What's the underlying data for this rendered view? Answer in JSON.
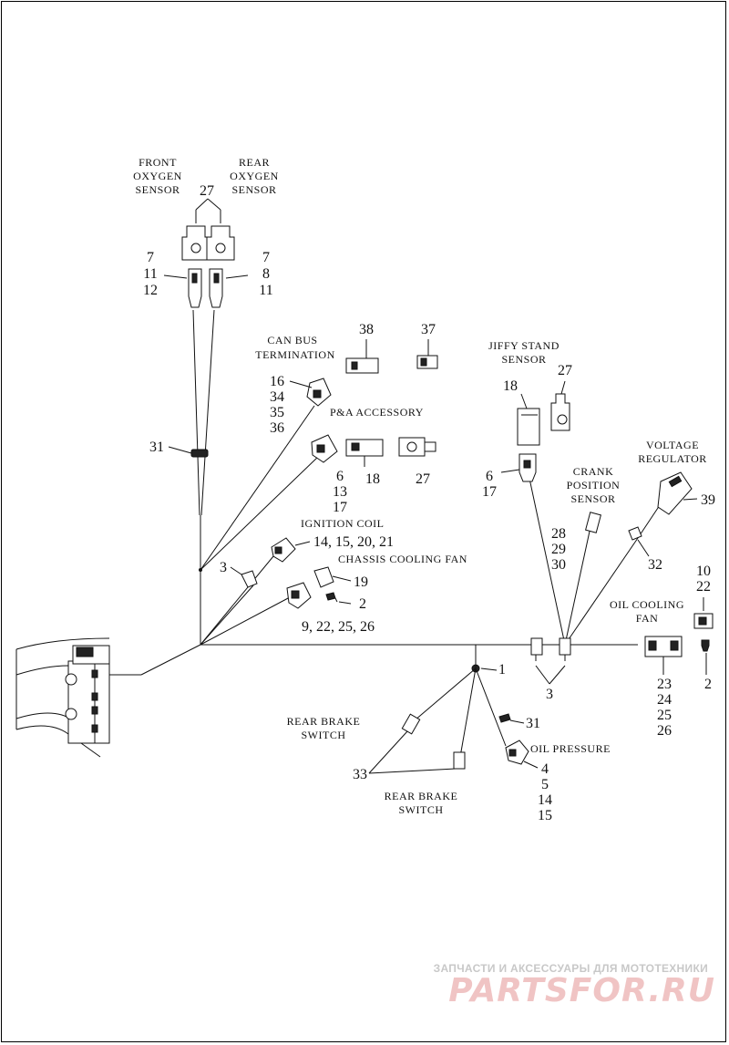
{
  "labels": {
    "front_oxygen": [
      "FRONT",
      "OXYGEN",
      "SENSOR"
    ],
    "rear_oxygen": [
      "REAR",
      "OXYGEN",
      "SENSOR"
    ],
    "can_bus": [
      "CAN BUS",
      "TERMINATION"
    ],
    "jiffy_stand": [
      "JIFFY STAND",
      "SENSOR"
    ],
    "pa_accessory": "P&A ACCESSORY",
    "voltage_regulator": [
      "VOLTAGE",
      "REGULATOR"
    ],
    "crank_position": [
      "CRANK",
      "POSITION",
      "SENSOR"
    ],
    "ignition_coil": "IGNITION COIL",
    "chassis_cooling_fan": "CHASSIS COOLING FAN",
    "oil_cooling_fan": [
      "OIL COOLING",
      "FAN"
    ],
    "rear_brake_switch_1": [
      "REAR BRAKE",
      "SWITCH"
    ],
    "rear_brake_switch_2": [
      "REAR BRAKE",
      "SWITCH"
    ],
    "oil_pressure": "OIL PRESSURE"
  },
  "callouts": {
    "n27_oxy": "27",
    "n7_left": "7",
    "n11_left": "11",
    "n12_left": "12",
    "n7_right": "7",
    "n8_right": "8",
    "n11_right": "11",
    "n38": "38",
    "n37": "37",
    "n16": "16",
    "n34": "34",
    "n35": "35",
    "n36": "36",
    "n31_top": "31",
    "n6_pa": "6",
    "n13_pa": "13",
    "n17_pa": "17",
    "n18_pa": "18",
    "n27_pa": "27",
    "n14_ign": "14, 15, 20, 21",
    "n3_left": "3",
    "n19": "19",
    "n2_chassis": "2",
    "n9_chassis": "9, 22, 25, 26",
    "n18_jiffy": "18",
    "n27_jiffy": "27",
    "n6_jiffy": "6",
    "n17_jiffy": "17",
    "n28": "28",
    "n29": "29",
    "n30": "30",
    "n39": "39",
    "n32": "32",
    "n10": "10",
    "n22": "22",
    "n3_bottom": "3",
    "n23": "23",
    "n24": "24",
    "n25": "25",
    "n26": "26",
    "n2_oil": "2",
    "n1": "1",
    "n31_bottom": "31",
    "n33": "33",
    "n4": "4",
    "n5": "5",
    "n14_oil": "14",
    "n15_oil": "15"
  },
  "watermark": {
    "tagline": "ЗАПЧАСТИ И АКСЕССУАРЫ ДЛЯ МОТОТЕХНИКИ",
    "logo": "PARTSFOR.RU"
  }
}
